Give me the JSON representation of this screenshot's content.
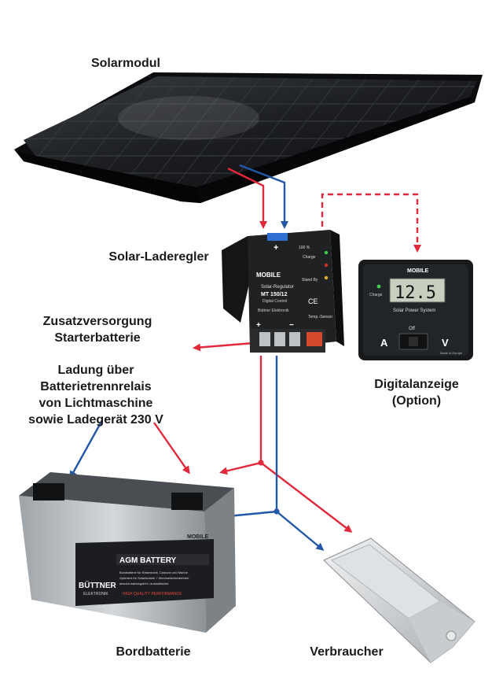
{
  "labels": {
    "solar_module": "Solarmodul",
    "charge_controller": "Solar-Laderegler",
    "aux_supply": "Zusatzversorgung\nStarterbatterie",
    "charging_via": "Ladung über\nBatterietrennrelais\nvon Lichtmaschine\nsowie Ladegerät 230 V",
    "digital_display": "Digitalanzeige\n(Option)",
    "board_battery": "Bordbatterie",
    "consumer": "Verbraucher"
  },
  "controller": {
    "brand": "MOBILE",
    "title": "Solar-Regulator",
    "model": "MT 150/12",
    "subtitle": "Digital Control",
    "maker": "Büttner Elektronik",
    "charge_label": "Charge",
    "standby_label": "Stand By",
    "temp_label": "Temp.-Sensor",
    "plus": "+",
    "minus": "−",
    "ce": "CE",
    "percent": "100 %"
  },
  "display": {
    "brand": "MOBILE",
    "value": "12.5",
    "charge_label": "Charge",
    "system_label": "Solar Power System",
    "switch_label": "Off",
    "left_unit": "A",
    "right_unit": "V",
    "made_in": "Made in Europe"
  },
  "battery": {
    "type": "AGM BATTERY",
    "brand": "BÜTTNER",
    "brand_sub": "ELEKTRONIK",
    "tagline": "HIGH QUALITY PERFORMANCE",
    "brand_tag": "MOBILE",
    "features": [
      "Bordbatterie für Reisemobil, Caravan und Marine",
      "Optimiert für Solartechnik + Wechselrichterbetrieb",
      "absolut wartungsfrei / auslaufsicher"
    ]
  },
  "colors": {
    "positive_wire": "#e2283a",
    "negative_wire": "#2358a8",
    "panel": "#1b1d20",
    "label_text": "#1a1a1a"
  }
}
